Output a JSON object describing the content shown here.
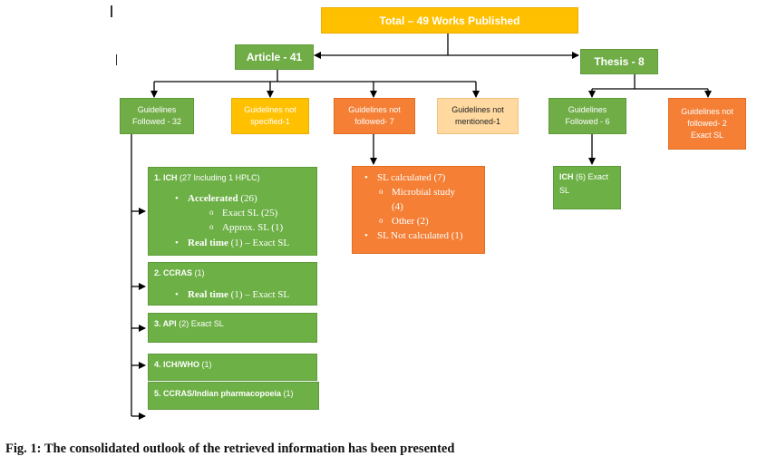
{
  "root": {
    "label": "Total – 49 Works Published"
  },
  "article": {
    "label": "Article - 41"
  },
  "thesis": {
    "label": "Thesis - 8"
  },
  "article_children": {
    "followed": [
      "Guidelines",
      "Followed - 32"
    ],
    "not_specified": [
      "Guidelines not",
      "specified-1"
    ],
    "not_followed": [
      "Guidelines not",
      "followed- 7"
    ],
    "not_mentioned": [
      "Guidelines not",
      "mentioned-1"
    ]
  },
  "thesis_children": {
    "followed": [
      "Guidelines",
      "Followed - 6"
    ],
    "not_followed": [
      "Guidelines not",
      "followed- 2",
      "Exact SL"
    ]
  },
  "followed_details": {
    "ich": {
      "title_num": "1. ICH",
      "title_rest": "(27 Including 1 HPLC)",
      "accelerated": "Accelerated",
      "accelerated_count": "(26)",
      "exact": "Exact SL (25)",
      "approx": "Approx. SL (1)",
      "real_time": "Real time",
      "real_time_rest": "(1) – Exact SL"
    },
    "ccras": {
      "title_num": "2. CCRAS",
      "title_rest": "(1)",
      "real_time": "Real time",
      "real_time_rest": "(1) – Exact SL"
    },
    "api": {
      "title_num": "3. API",
      "title_rest": "(2) Exact SL"
    },
    "ich_who": {
      "title_num": "4. ICH/WHO",
      "title_rest": "(1)"
    },
    "ccras_ip": {
      "title_num": "5. CCRAS/Indian pharmacopoeia",
      "title_rest": "(1)"
    }
  },
  "not_followed_details": {
    "sl_calculated": "SL calculated (7)",
    "microbial": "Microbial study",
    "microbial_count": "(4)",
    "other": "Other (2)",
    "sl_not_calculated": "SL Not calculated (1)"
  },
  "thesis_followed_details": {
    "title_num": "ICH",
    "title_rest": "(6) Exact",
    "line2": "SL"
  },
  "caption": "Fig. 1: The consolidated outlook of the retrieved information has been presented",
  "colors": {
    "green": "#70ad47",
    "orange": "#f47f35",
    "gold": "#ffc000",
    "peach": "#ffd9a0",
    "line": "#000000"
  }
}
